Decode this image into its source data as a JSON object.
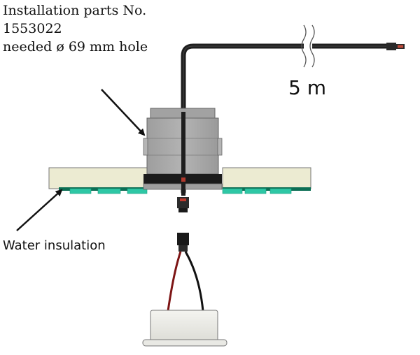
{
  "notes": {
    "line1": "Installation parts No.",
    "line2": "1553022",
    "line3": "needed ø 69 mm hole"
  },
  "labels": {
    "cable_length": "5 m",
    "water_insulation": "Water insulation"
  },
  "colors": {
    "panel": "#ecebd2",
    "insulation_teal": "#2ec7a5",
    "insulation_dark": "#0c6e54",
    "housing_gray": "#a7a7a7",
    "cable": "#222222",
    "wire_red": "#9a1b1b"
  }
}
